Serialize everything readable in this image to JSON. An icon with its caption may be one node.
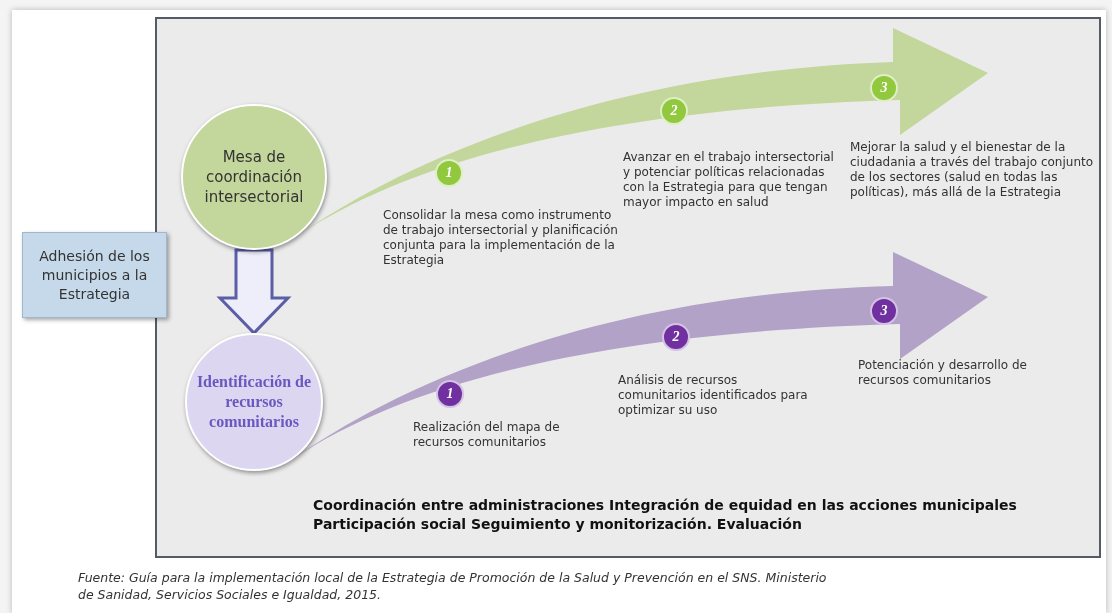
{
  "diagram": {
    "caption": "Fuente: Guía para la implementación local de la Estrategia de Promoción de la Salud y Prevención en el SNS. Ministerio de Sanidad, Servicios Sociales e Igualdad, 2015.",
    "nodes": [
      {
        "text": [
          "Adhesión de los municipios a la Estrategia"
        ]
      },
      {
        "text": [
          "Mesa de coordinación intersectorial"
        ]
      },
      {
        "text": [
          "Identificación de recursos comunitarios"
        ]
      },
      {
        "text": [
          "1"
        ],
        "beside": [
          "Consolidar la mesa como instrumento de trabajo intersectorial y planificación conjunta para la implementación de la Estrategia"
        ]
      },
      {
        "text": [
          "2"
        ],
        "beside": [
          "Avanzar en el trabajo intersectorial y potenciar políticas relacionadas con la Estrategia para que tengan mayor impacto en salud"
        ]
      },
      {
        "text": [
          "3"
        ],
        "beside": [
          "Mejorar la salud y el bienestar de la ciudadania a través del trabajo conjunto de los sectores (salud en todas las políticas), más allá de la Estrategia"
        ]
      },
      {
        "text": [
          "1"
        ],
        "beside": [
          "Realización del mapa de recursos comunitarios"
        ]
      },
      {
        "text": [
          "2"
        ],
        "beside": [
          "Análisis de recursos comunitarios identificados para optimizar su uso"
        ]
      },
      {
        "text": [
          "3"
        ],
        "beside": [
          "Potenciación y desarrollo de recursos comunitarios"
        ]
      }
    ],
    "edges": [
      {
        "from": 1,
        "to": 2,
        "arrow": "to"
      },
      {
        "from": 1,
        "to": null,
        "arrow": "to",
        "style": "thick",
        "color": "#c3d69b"
      },
      {
        "from": 2,
        "to": null,
        "arrow": "to",
        "style": "thick",
        "color": "#b3a2c7"
      }
    ],
    "labels": [
      "Coordinación entre administraciones Integración de equidad en las acciones municipales Participación social Seguimiento y monitorización. Evaluación"
    ]
  }
}
